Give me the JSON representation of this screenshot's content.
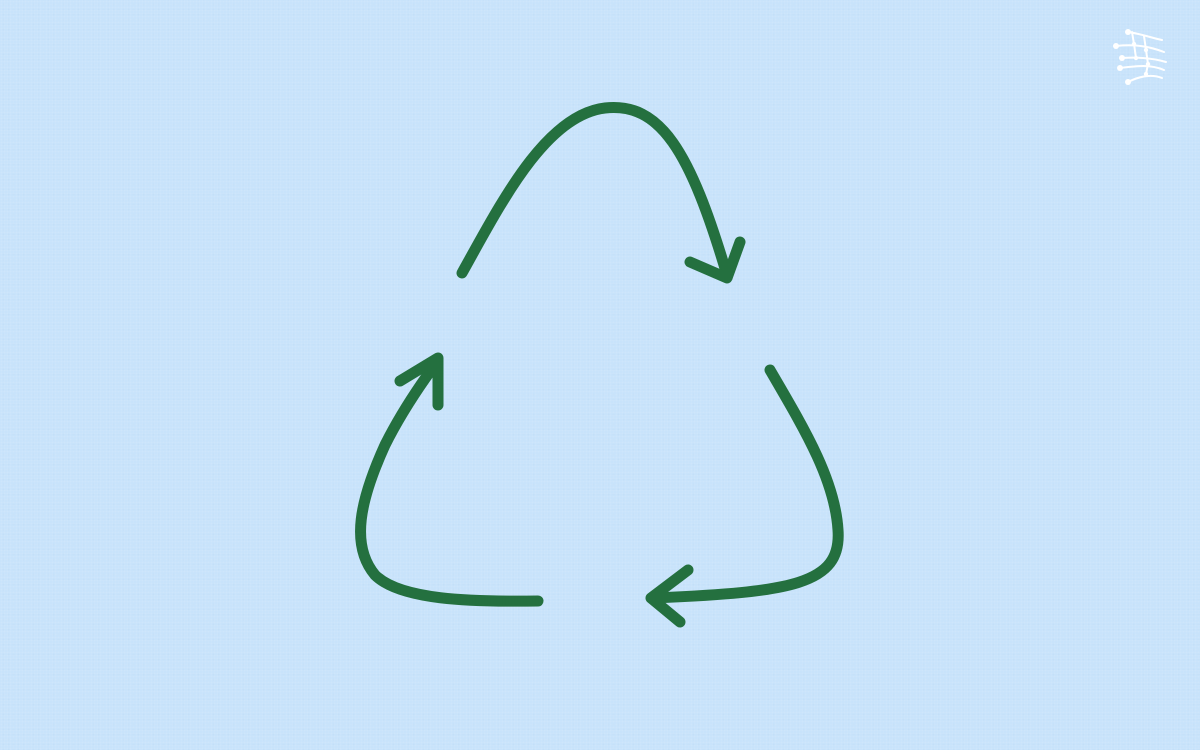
{
  "background": {
    "color": "#c8e3fb"
  },
  "recycle_symbol": {
    "stroke_color": "#24703f",
    "icon": "recycle-arrows-icon",
    "arrows": [
      "top-arrow",
      "right-arrow",
      "left-arrow"
    ]
  },
  "brand_logo": {
    "icon": "network-nodes-logo-icon",
    "color": "#ffffff"
  }
}
